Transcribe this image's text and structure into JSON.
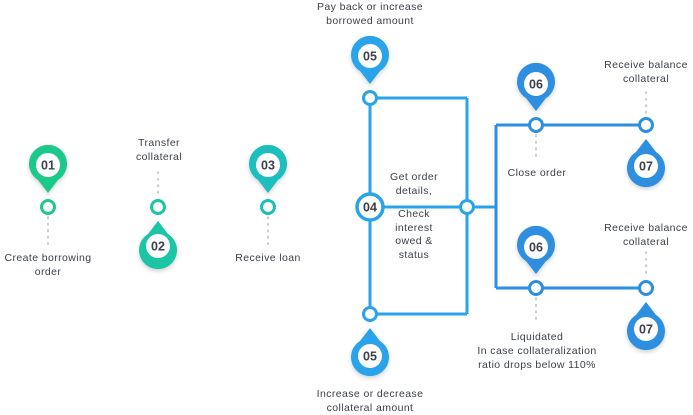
{
  "steps": [
    {
      "num": "01",
      "label_lines": [
        "Create borrowing",
        "order"
      ]
    },
    {
      "num": "02",
      "label_lines": [
        "Transfer",
        "collateral"
      ]
    },
    {
      "num": "03",
      "label_lines": [
        "Receive loan"
      ]
    },
    {
      "num": "04",
      "label_lines": [
        "Get order",
        "details,",
        "Check",
        "interest",
        "owed &",
        "status"
      ]
    },
    {
      "num": "05",
      "label_lines": [
        "Pay back or increase",
        "borrowed amount"
      ]
    },
    {
      "num": "05",
      "label_lines": [
        "Increase or decrease",
        "collateral amount"
      ]
    },
    {
      "num": "06",
      "label_lines": [
        "Close order"
      ]
    },
    {
      "num": "06",
      "label_lines": [
        "Liquidated",
        "In case collateralization",
        "ratio drops below 110%"
      ]
    },
    {
      "num": "07",
      "label_lines": [
        "Receive balance",
        "collateral"
      ]
    },
    {
      "num": "07",
      "label_lines": [
        "Receive balance",
        "collateral"
      ]
    }
  ],
  "colors": {
    "green": "#1ec98a",
    "teal": "#1bbfbd",
    "blue": "#29a3ea",
    "pin_inner": "#ffffff",
    "text": "#3b4048",
    "dots": "#b5bcc4"
  }
}
